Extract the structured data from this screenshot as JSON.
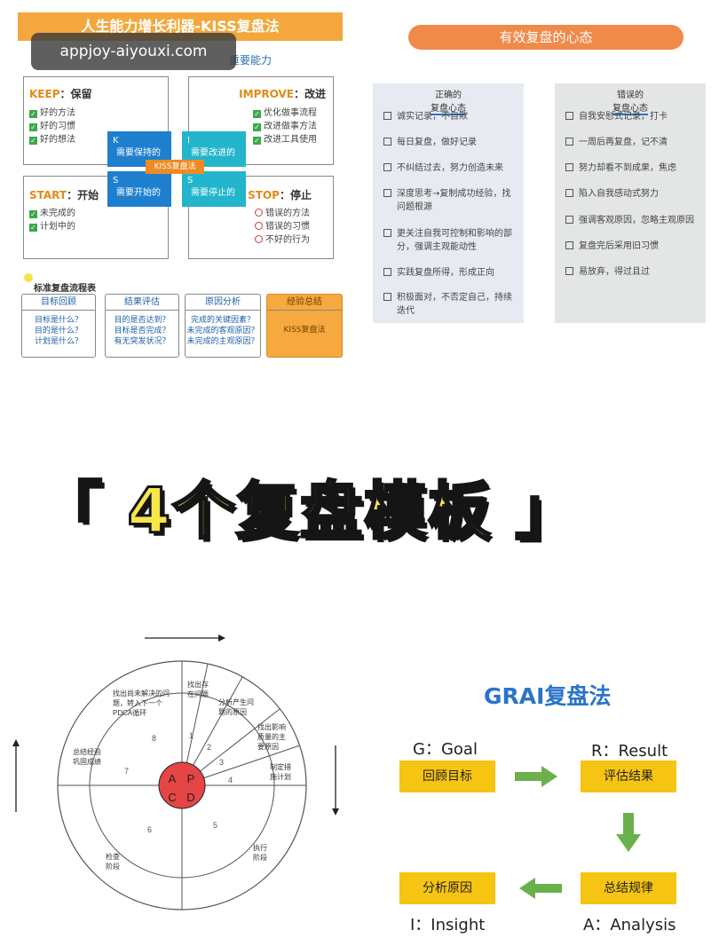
{
  "watermark": "appjoy-aiyouxi.com",
  "kiss": {
    "banner": "人生能力增长利器-KISS复盘法",
    "subtitle": "重要能力",
    "keep": {
      "en": "KEEP",
      "zh": "：保留",
      "items": [
        "好的方法",
        "好的习惯",
        "好的想法"
      ]
    },
    "improve": {
      "en": "IMPROVE",
      "zh": "：改进",
      "items": [
        "优化做事流程",
        "改进做事方法",
        "改进工具使用"
      ]
    },
    "start": {
      "en": "START",
      "zh": "：开始",
      "items": [
        "未完成的",
        "计划中的"
      ]
    },
    "stop": {
      "en": "STOP",
      "zh": "：停止",
      "items": [
        "错误的方法",
        "错误的习惯",
        "不好的行为"
      ]
    },
    "tiles": {
      "k": {
        "letter": "K",
        "label": "需要保持的"
      },
      "i": {
        "letter": "I",
        "label": "需要改进的"
      },
      "s1": {
        "letter": "S",
        "label": "需要开始的"
      },
      "s2": {
        "letter": "S",
        "label": "需要停止的"
      }
    },
    "center": "KISS复盘法",
    "flow_title": "标准复盘流程表",
    "flow": [
      {
        "head": "目标回顾",
        "lines": [
          "目标是什么？",
          "目的是什么？",
          "计划是什么？"
        ]
      },
      {
        "head": "结果评估",
        "lines": [
          "目的是否达到？",
          "目标是否完成？",
          "有无突发状况？"
        ]
      },
      {
        "head": "原因分析",
        "lines": [
          "完成的关键因素？",
          "未完成的客观原因？",
          "未完成的主观原因？"
        ]
      },
      {
        "head": "经验总结",
        "lines": [
          "KISS复盘法"
        ]
      }
    ]
  },
  "mindset": {
    "banner": "有效复盘的心态",
    "correct_head": [
      "正确的",
      "复盘心态"
    ],
    "wrong_head": [
      "错误的",
      "复盘心态"
    ],
    "correct": [
      "诚实记录，不自欺",
      "每日复盘，做好记录",
      "不纠结过去，努力创造未来",
      "深度思考→复制成功经验，找问题根源",
      "更关注自我可控制和影响的部分，强调主观能动性",
      "实践复盘所得，形成正向",
      "积极面对，不否定自己，持续迭代"
    ],
    "wrong": [
      "自我安慰式记录，打卡",
      "一周后再复盘，记不清",
      "努力却看不到成果，焦虑",
      "陷入自我感动式努力",
      "强调客观原因，忽略主观原因",
      "复盘完后采用旧习惯",
      "易放弃，得过且过"
    ]
  },
  "headline": "「 4个复盘模板 」",
  "pdca": {
    "center": [
      "A",
      "P",
      "C",
      "D"
    ],
    "numbers": [
      "1",
      "2",
      "3",
      "4",
      "5",
      "6",
      "7",
      "8"
    ],
    "labels": {
      "l1": [
        "找出存",
        "在问题"
      ],
      "l2": [
        "分析产生问",
        "题的原因"
      ],
      "l3": [
        "找出影响",
        "质量的主",
        "要原因"
      ],
      "l4": [
        "制定措",
        "施计划"
      ],
      "l5": [
        "执行",
        "阶段"
      ],
      "l6": [
        "检查",
        "阶段"
      ],
      "l7": [
        "总结经验",
        "巩固成绩"
      ],
      "l8": [
        "找出尚未解决的问",
        "题，转入下一个",
        "PDCA循环"
      ]
    }
  },
  "grai": {
    "title": "GRAI复盘法",
    "g": {
      "label": "G：Goal",
      "box": "回顾目标"
    },
    "r": {
      "label": "R：Result",
      "box": "评估结果"
    },
    "a": {
      "label": "A：Analysis",
      "box": "总结规律"
    },
    "i": {
      "label": "I：Insight",
      "box": "分析原因"
    },
    "arrow_color": "#6ab04c",
    "box_color": "#f6c412"
  }
}
